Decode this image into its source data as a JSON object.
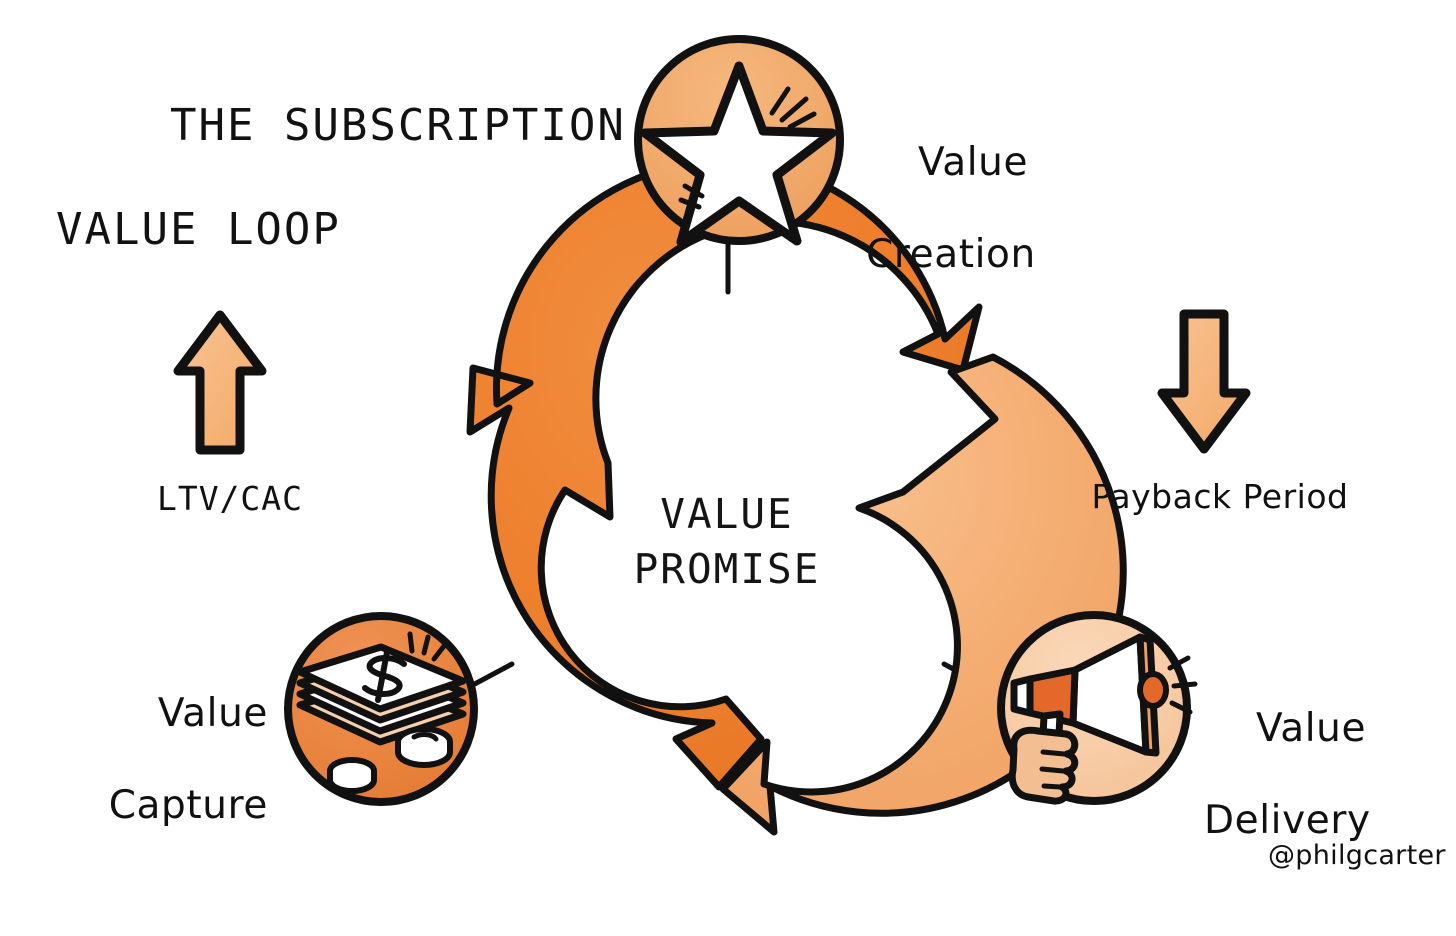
{
  "title": {
    "line1": "THE SUBSCRIPTION",
    "line2": "VALUE LOOP"
  },
  "center": {
    "line1": "VALUE",
    "line2": "PROMISE"
  },
  "nodes": [
    {
      "key": "value_creation",
      "line1": "Value",
      "line2": "Creation",
      "icon": "star-icon",
      "circle_color": "#F0A86A",
      "position": "top"
    },
    {
      "key": "value_delivery",
      "line1": "Value",
      "line2": "Delivery",
      "icon": "megaphone-icon",
      "circle_color": "#F7CBA4",
      "position": "bottom-right"
    },
    {
      "key": "value_capture",
      "line1": "Value",
      "line2": "Capture",
      "icon": "cash-stack-icon",
      "circle_color": "#E98540",
      "position": "bottom-left"
    }
  ],
  "metrics": [
    {
      "key": "ltv_cac",
      "label": "LTV/CAC",
      "arrow": "arrow-up-icon",
      "arrow_color": "#F5B478",
      "side": "left"
    },
    {
      "key": "payback_period",
      "label": "Payback Period",
      "arrow": "arrow-down-icon",
      "arrow_color": "#F5B478",
      "side": "right"
    }
  ],
  "loop": {
    "arc_left_color": "#EE7F2D",
    "arc_right_color": "#F4AC70",
    "outline_color": "#111111"
  },
  "signature": "@philgcarter",
  "colors": {
    "background": "#FFFFFF",
    "ink": "#111111",
    "orange_dark": "#E8762A",
    "orange_mid": "#EE8B3F",
    "orange_light": "#F5B478",
    "orange_pale": "#F7CBA4"
  }
}
